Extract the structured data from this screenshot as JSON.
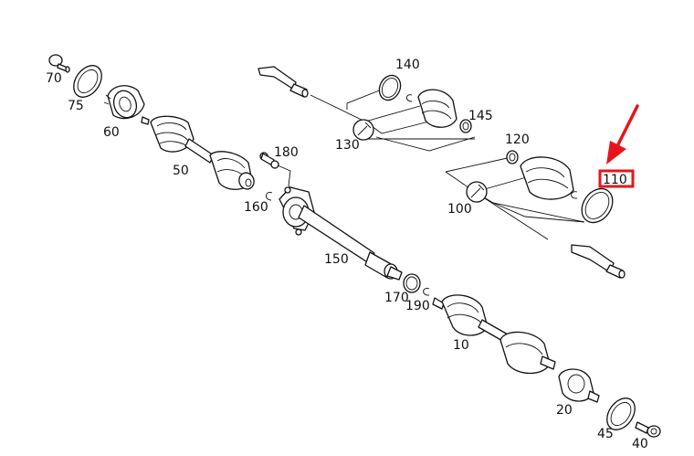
{
  "diagram": {
    "labels": {
      "p10": "10",
      "p20": "20",
      "p40": "40",
      "p45": "45",
      "p50": "50",
      "p60": "60",
      "p70": "70",
      "p75": "75",
      "p100": "100",
      "p110": "110",
      "p120": "120",
      "p130": "130",
      "p140": "140",
      "p145": "145",
      "p150": "150",
      "p160": "160",
      "p170": "170",
      "p180": "180",
      "p190": "190"
    },
    "highlight": {
      "target": "110",
      "color": "#e8141c"
    },
    "line_color": "#111111",
    "background": "#ffffff"
  }
}
